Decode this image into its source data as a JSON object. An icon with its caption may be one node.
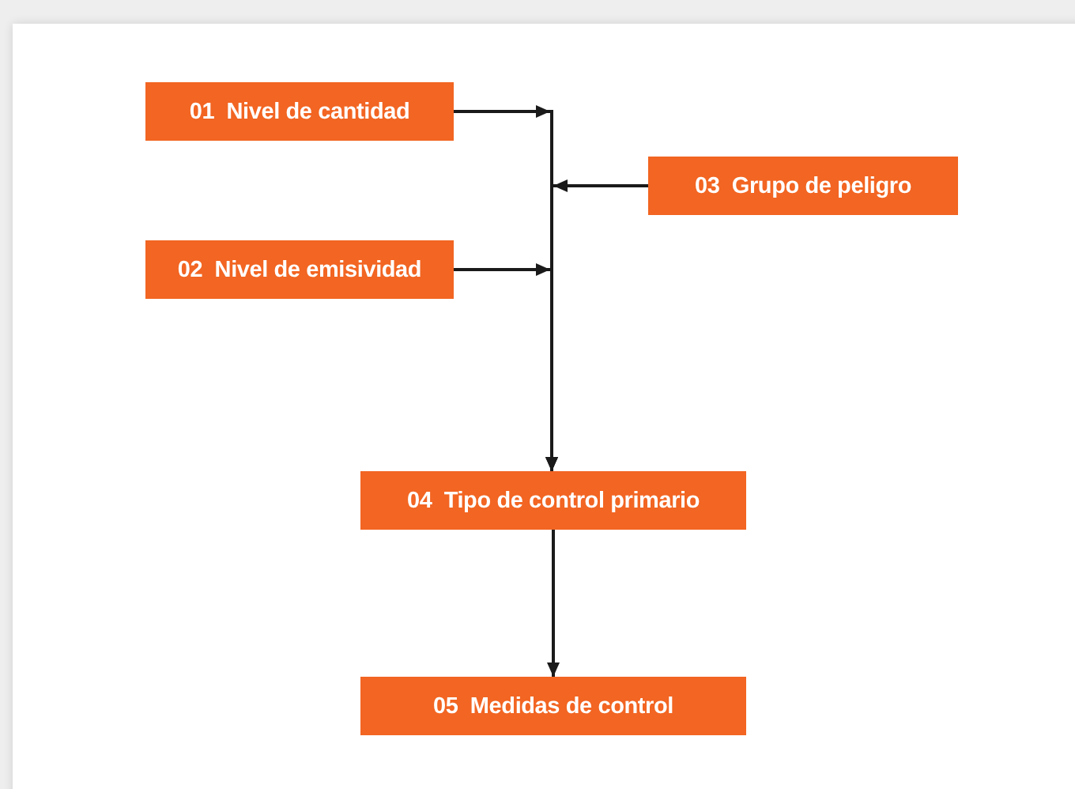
{
  "diagram": {
    "nodes": [
      {
        "text": [
          "01  Nivel de cantidad"
        ]
      },
      {
        "text": [
          "03  Grupo de peligro"
        ]
      },
      {
        "text": [
          "02  Nivel de emisividad"
        ]
      },
      {
        "text": [
          "04  Tipo de control primario"
        ]
      },
      {
        "text": [
          "05  Medidas de control"
        ]
      }
    ],
    "edges": [
      {
        "from": 0,
        "to": 3,
        "arrow": "to"
      },
      {
        "from": 1,
        "to": 3,
        "arrow": "to"
      },
      {
        "from": 2,
        "to": 3,
        "arrow": "to"
      },
      {
        "from": 3,
        "to": 4,
        "arrow": "to"
      }
    ]
  }
}
